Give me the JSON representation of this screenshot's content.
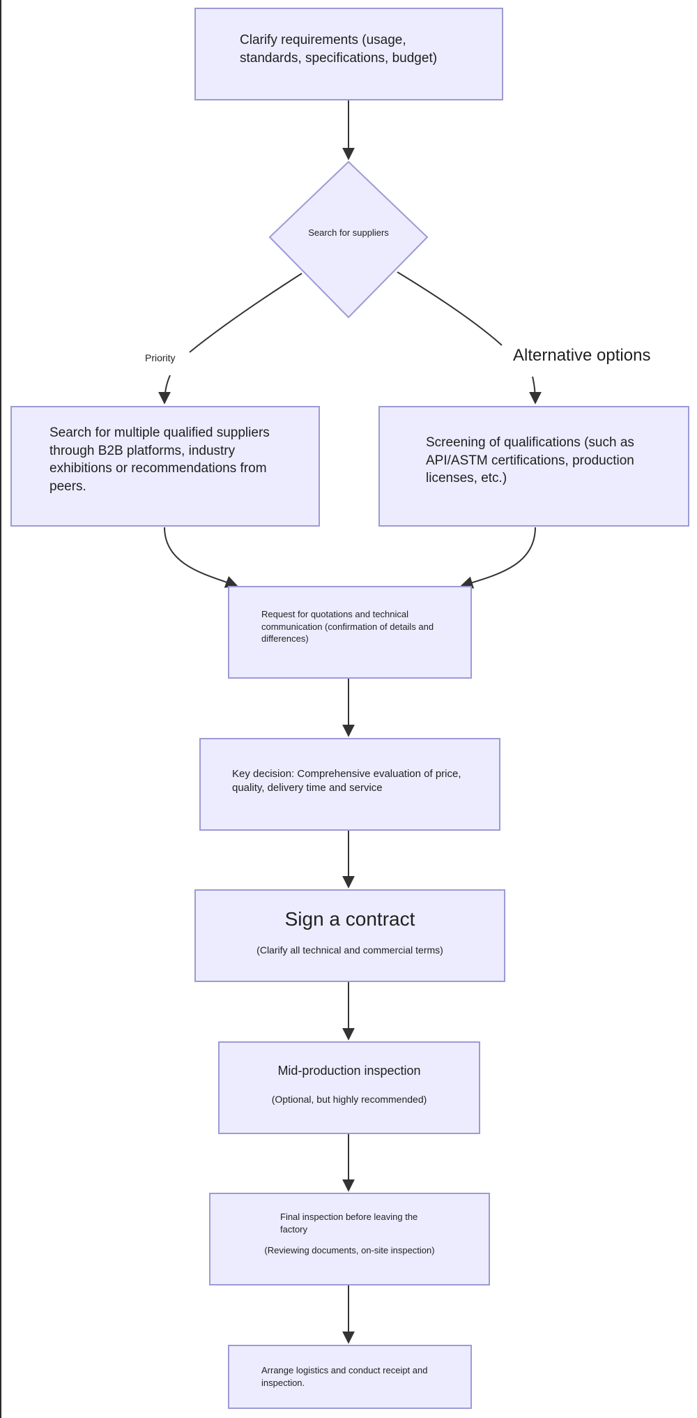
{
  "diagram": {
    "nodes": {
      "requirements": {
        "text": "Clarify requirements (usage, standards, specifications, budget)"
      },
      "search_suppliers": {
        "text": "Search for suppliers"
      },
      "multiple_suppliers": {
        "text": "Search for multiple qualified suppliers through B2B platforms, industry exhibitions or recommendations from peers."
      },
      "screening": {
        "text": "Screening of qualifications (such as API/ASTM certifications, production licenses, etc.)"
      },
      "quotations": {
        "text": "Request for quotations and technical communication (confirmation of details and differences)"
      },
      "key_decision": {
        "text": "Key decision: Comprehensive evaluation of price, quality, delivery time and service"
      },
      "contract": {
        "title": "Sign a contract",
        "subtitle": "(Clarify all technical and commercial terms)"
      },
      "mid_inspection": {
        "title": "Mid-production inspection",
        "subtitle": "(Optional, but highly recommended)"
      },
      "final_inspection": {
        "title": "Final inspection before leaving the factory",
        "subtitle": "(Reviewing documents, on-site inspection)"
      },
      "logistics": {
        "text": "Arrange logistics and conduct receipt and inspection."
      }
    },
    "edge_labels": {
      "priority": "Priority",
      "alternative": "Alternative options"
    }
  },
  "colors": {
    "node_fill": "#ececfe",
    "node_border": "#9c9ad4",
    "connector": "#333333"
  }
}
